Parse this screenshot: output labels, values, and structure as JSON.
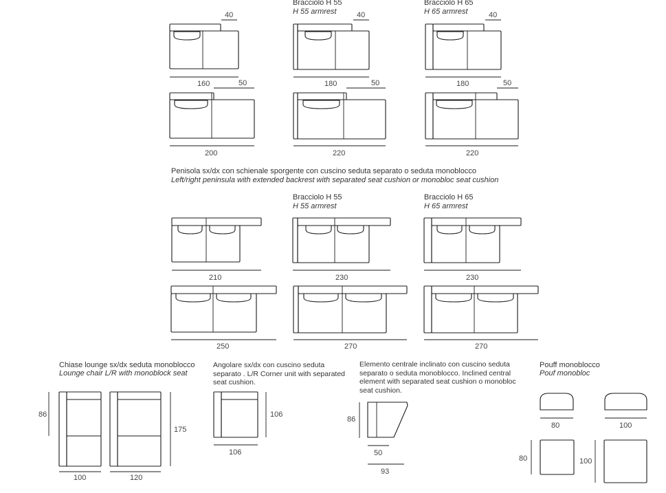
{
  "armrests": {
    "h55": {
      "it": "Bracciolo H 55",
      "en": "H 55 armrest"
    },
    "h65": {
      "it": "Bracciolo H 65",
      "en": "H 65 armrest"
    }
  },
  "peninsula_caption": {
    "it": "Penisola sx/dx con schienale sporgente con cuscino seduta separato o seduta monoblocco",
    "en": "Left/right peninsula with extended backrest with separated seat cushion or monobloc seat cushion"
  },
  "dims": {
    "r1": [
      "40",
      "40",
      "40",
      "160",
      "180",
      "180"
    ],
    "r2": [
      "50",
      "50",
      "50",
      "200",
      "220",
      "220"
    ],
    "r3": [
      "210",
      "230",
      "230"
    ],
    "r4": [
      "250",
      "270",
      "270"
    ],
    "lounge": [
      "86",
      "175",
      "100",
      "120"
    ],
    "corner": [
      "106",
      "106"
    ],
    "central": [
      "86",
      "50",
      "93"
    ],
    "pouf": [
      "80",
      "100",
      "80",
      "100"
    ]
  },
  "bottom": {
    "lounge": {
      "it": "Chiase lounge sx/dx seduta monoblocco",
      "en": "Lounge chair L/R with monoblock seat"
    },
    "corner": {
      "it": "Angolare sx/dx con cuscino seduta separato . L/R Corner unit with separated seat cushion."
    },
    "central": {
      "it": "Elemento centrale inclinato con cuscino seduta separato o seduta monoblocco. Inclined central element with separated seat cushion o monobloc seat cushion."
    },
    "pouf": {
      "it": "Pouff monoblocco",
      "en": "Pouf monobloc"
    }
  }
}
